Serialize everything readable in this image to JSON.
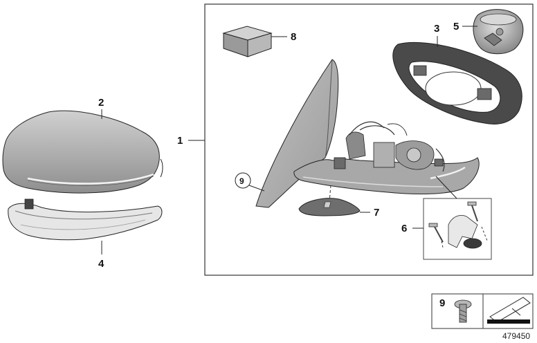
{
  "diagram": {
    "callouts": {
      "c1": "1",
      "c2": "2",
      "c3": "3",
      "c4": "4",
      "c5": "5",
      "c6": "6",
      "c7": "7",
      "c8": "8",
      "c9_circled": "9",
      "c9_legend": "9"
    },
    "reference_number": "479450",
    "colors": {
      "outline": "#222222",
      "part_fill": "#b4b4b4",
      "part_dark": "#4a4a4a",
      "frame": "#333333"
    }
  }
}
